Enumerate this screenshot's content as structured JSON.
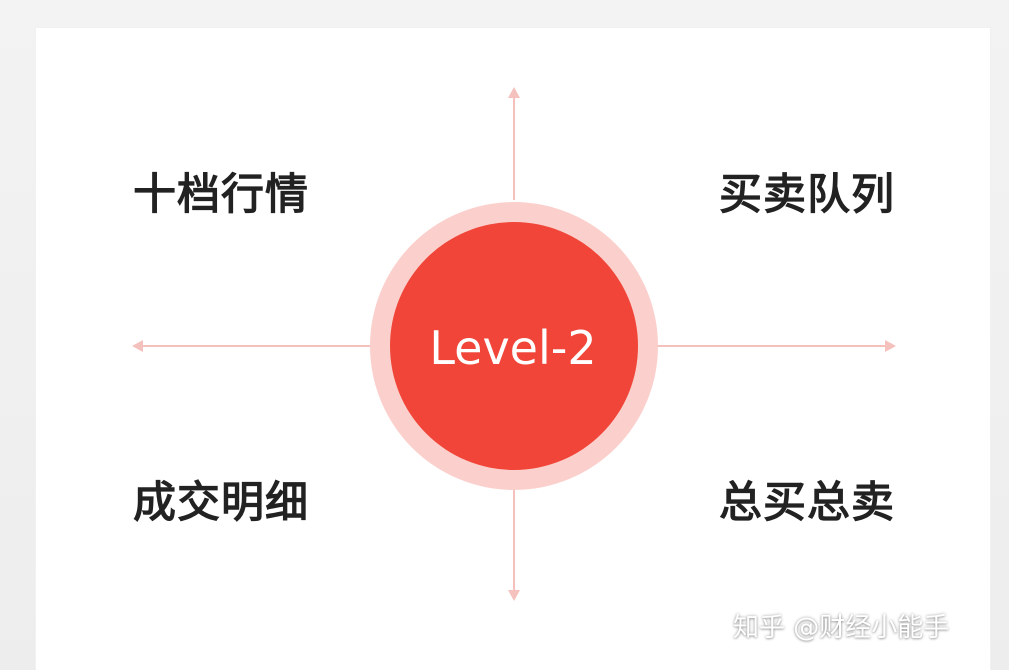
{
  "center": {
    "label": "Level-2"
  },
  "quadrants": {
    "top_left": "十档行情",
    "top_right": "买卖队列",
    "bottom_left": "成交明细",
    "bottom_right": "总买总卖"
  },
  "watermark": {
    "text": "知乎 @财经小能手"
  },
  "colors": {
    "circle_fill": "#f04538",
    "circle_halo": "#fbd0cc",
    "axis_line": "#f5c1bd",
    "label_text": "#222222",
    "center_text": "#ffffff"
  }
}
